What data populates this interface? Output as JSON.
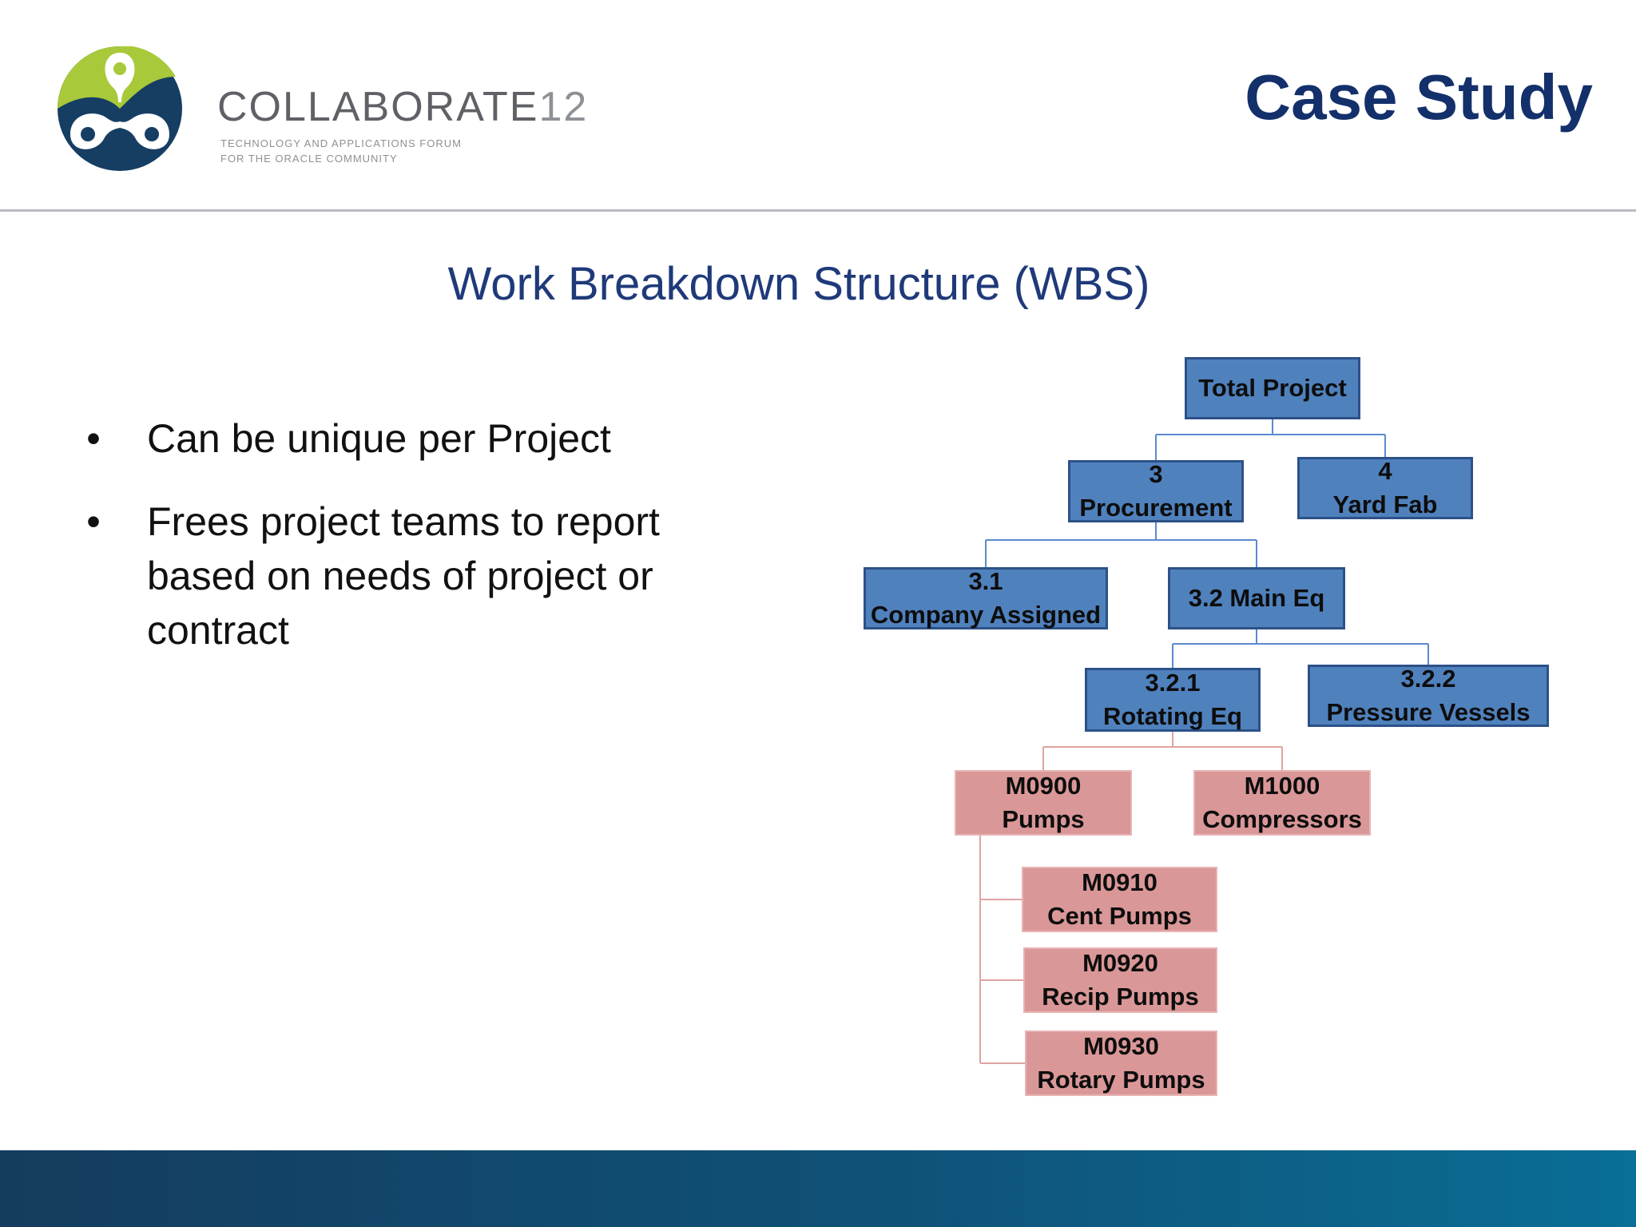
{
  "header": {
    "logo_name": "COLLABORATE",
    "logo_number": "12",
    "logo_tagline_1": "TECHNOLOGY AND APPLICATIONS FORUM",
    "logo_tagline_2": "FOR THE ORACLE COMMUNITY",
    "page_title": "Case Study"
  },
  "slide": {
    "heading": "Work Breakdown Structure (WBS)",
    "bullet_glyph": "•",
    "bullets": [
      "Can be unique per Project",
      "Frees project teams to report based on needs of project or contract"
    ]
  },
  "wbs": {
    "nodes": [
      {
        "id": "total-project",
        "lines": [
          "Total Project"
        ],
        "color": "#4f81bd"
      },
      {
        "id": "procurement",
        "lines": [
          "3",
          "Procurement"
        ],
        "color": "#4f81bd"
      },
      {
        "id": "yard-fab",
        "lines": [
          "4",
          "Yard Fab"
        ],
        "color": "#4f81bd"
      },
      {
        "id": "company-assigned",
        "lines": [
          "3.1",
          "Company Assigned"
        ],
        "color": "#4f81bd"
      },
      {
        "id": "main-eq",
        "lines": [
          "3.2 Main Eq"
        ],
        "color": "#4f81bd"
      },
      {
        "id": "rotating-eq",
        "lines": [
          "3.2.1",
          "Rotating Eq"
        ],
        "color": "#4f81bd"
      },
      {
        "id": "pressure-vessels",
        "lines": [
          "3.2.2",
          "Pressure Vessels"
        ],
        "color": "#4f81bd"
      },
      {
        "id": "pumps",
        "lines": [
          "M0900",
          "Pumps"
        ],
        "color": "#da9797"
      },
      {
        "id": "compressors",
        "lines": [
          "M1000",
          "Compressors"
        ],
        "color": "#da9797"
      },
      {
        "id": "cent-pumps",
        "lines": [
          "M0910",
          "Cent Pumps"
        ],
        "color": "#da9797"
      },
      {
        "id": "recip-pumps",
        "lines": [
          "M0920",
          "Recip Pumps"
        ],
        "color": "#da9797"
      },
      {
        "id": "rotary-pumps",
        "lines": [
          "M0930",
          "Rotary Pumps"
        ],
        "color": "#da9797"
      }
    ],
    "edges": [
      [
        "total-project",
        "procurement"
      ],
      [
        "total-project",
        "yard-fab"
      ],
      [
        "procurement",
        "company-assigned"
      ],
      [
        "procurement",
        "main-eq"
      ],
      [
        "main-eq",
        "rotating-eq"
      ],
      [
        "main-eq",
        "pressure-vessels"
      ],
      [
        "rotating-eq",
        "pumps"
      ],
      [
        "rotating-eq",
        "compressors"
      ],
      [
        "pumps",
        "cent-pumps"
      ],
      [
        "pumps",
        "recip-pumps"
      ],
      [
        "pumps",
        "rotary-pumps"
      ]
    ],
    "colors": {
      "blue_fill": "#4f81bd",
      "blue_connector": "#5b8ad0",
      "pink_fill": "#da9797",
      "pink_connector": "#e0a3a3"
    }
  },
  "theme": {
    "title_color": "#13306b",
    "heading_color": "#1f3a7a"
  }
}
